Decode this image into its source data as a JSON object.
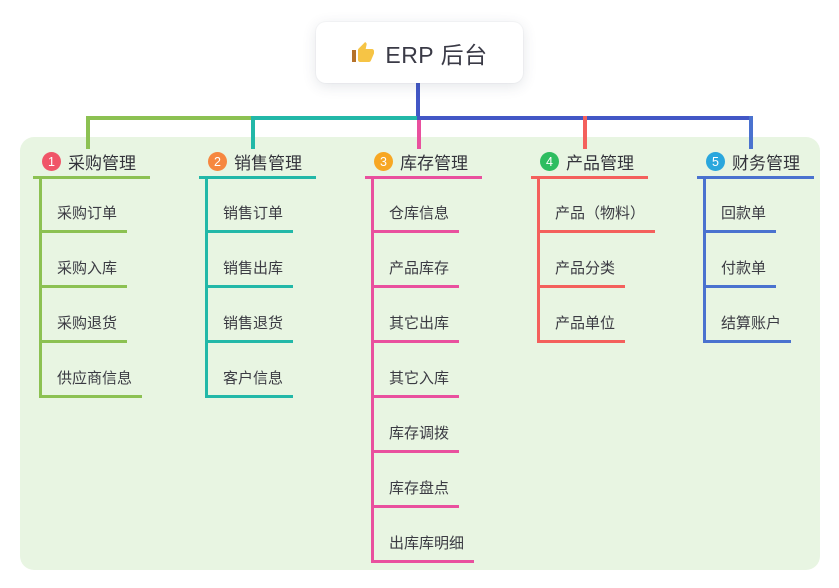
{
  "root": {
    "label": "ERP 后台",
    "icon": "thumbs-up-icon"
  },
  "colors": {
    "connector_blue": "#4257c6",
    "panel_bg": "#e8f5e2",
    "card_bg": "#ffffff",
    "title_text": "#33333b",
    "child_text": "#3b3b43",
    "thumb_yellow": "#f6c445",
    "thumb_cuff": "#b5722a"
  },
  "branches": [
    {
      "index": "1",
      "label": "采购管理",
      "color": "#8cc152",
      "badge_color": "#f05568",
      "children": [
        "采购订单",
        "采购入库",
        "采购退货",
        "供应商信息"
      ]
    },
    {
      "index": "2",
      "label": "销售管理",
      "color": "#22b8a8",
      "badge_color": "#f6873f",
      "children": [
        "销售订单",
        "销售出库",
        "销售退货",
        "客户信息"
      ]
    },
    {
      "index": "3",
      "label": "库存管理",
      "color": "#e9509e",
      "badge_color": "#f7a723",
      "children": [
        "仓库信息",
        "产品库存",
        "其它出库",
        "其它入库",
        "库存调拨",
        "库存盘点",
        "出库库明细"
      ]
    },
    {
      "index": "4",
      "label": "产品管理",
      "color": "#f4605c",
      "badge_color": "#2ebd60",
      "children": [
        "产品（物料）",
        "产品分类",
        "产品单位"
      ]
    },
    {
      "index": "5",
      "label": "财务管理",
      "color": "#4a72cf",
      "badge_color": "#2aa7dd",
      "children": [
        "回款单",
        "付款单",
        "结算账户"
      ]
    }
  ]
}
